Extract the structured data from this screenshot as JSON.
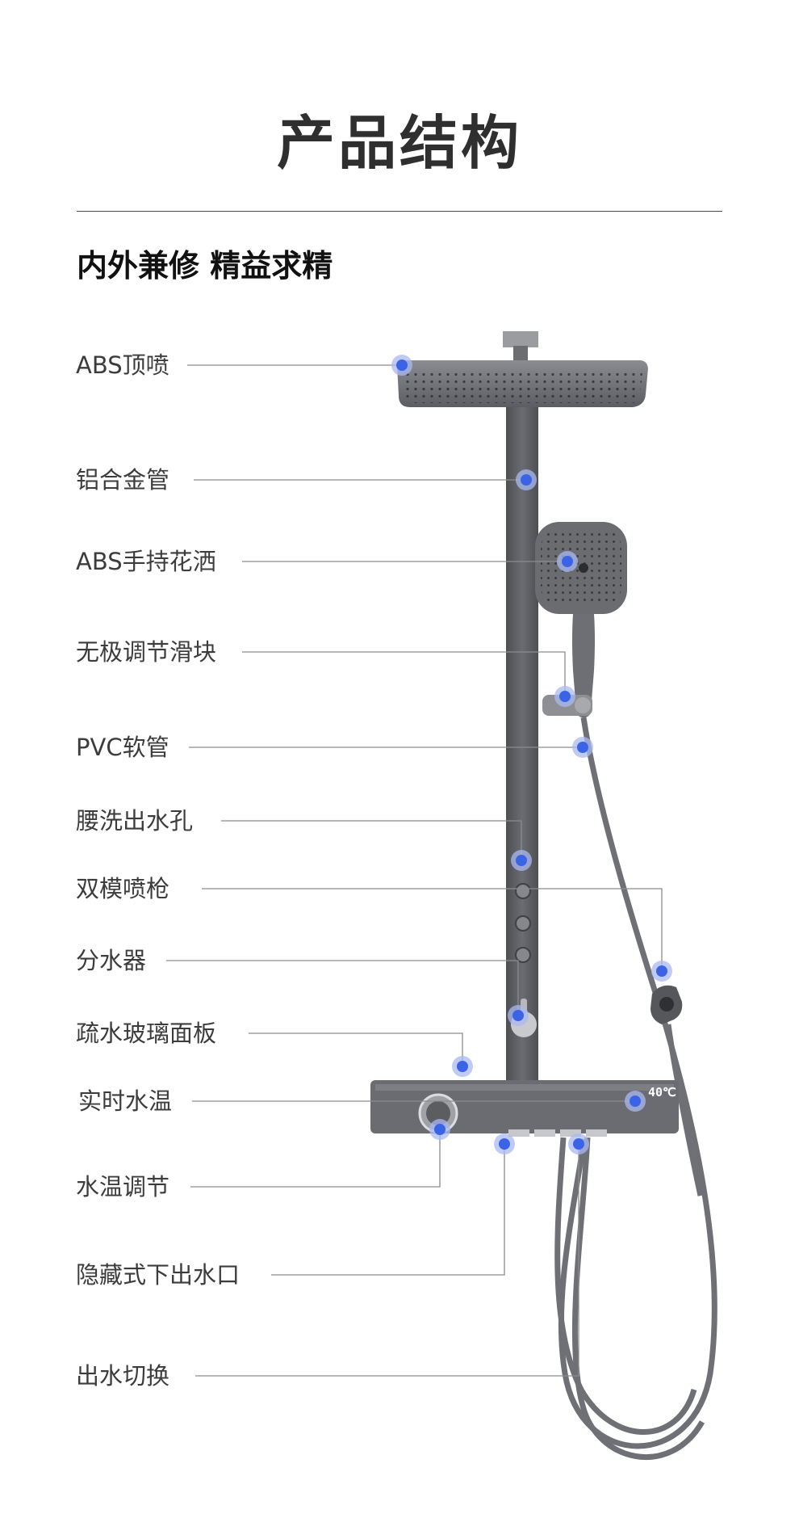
{
  "header": {
    "title": "产品结构",
    "subtitle": "内外兼修 精益求精"
  },
  "display": {
    "temperature": "40℃"
  },
  "colors": {
    "marker": "#3b63e6",
    "marker_halo": "#a9b9f2",
    "leader_line": "#8c8c8c",
    "product_body": "#5f6166",
    "product_dark": "#4a4c50"
  },
  "parts": [
    {
      "id": "abs-rain-shower",
      "label": "ABS顶喷"
    },
    {
      "id": "aluminum-pipe",
      "label": "铝合金管"
    },
    {
      "id": "abs-hand-shower",
      "label": "ABS手持花洒"
    },
    {
      "id": "stepless-slider",
      "label": "无极调节滑块"
    },
    {
      "id": "pvc-hose",
      "label": "PVC软管"
    },
    {
      "id": "waist-jets",
      "label": "腰洗出水孔"
    },
    {
      "id": "dual-mode-spray-gun",
      "label": "双模喷枪"
    },
    {
      "id": "diverter",
      "label": "分水器"
    },
    {
      "id": "hydrophobic-glass-panel",
      "label": "疏水玻璃面板"
    },
    {
      "id": "realtime-temperature",
      "label": "实时水温"
    },
    {
      "id": "temperature-control",
      "label": "水温调节"
    },
    {
      "id": "hidden-bottom-outlet",
      "label": "隐藏式下出水口"
    },
    {
      "id": "outlet-switch",
      "label": "出水切换"
    }
  ]
}
